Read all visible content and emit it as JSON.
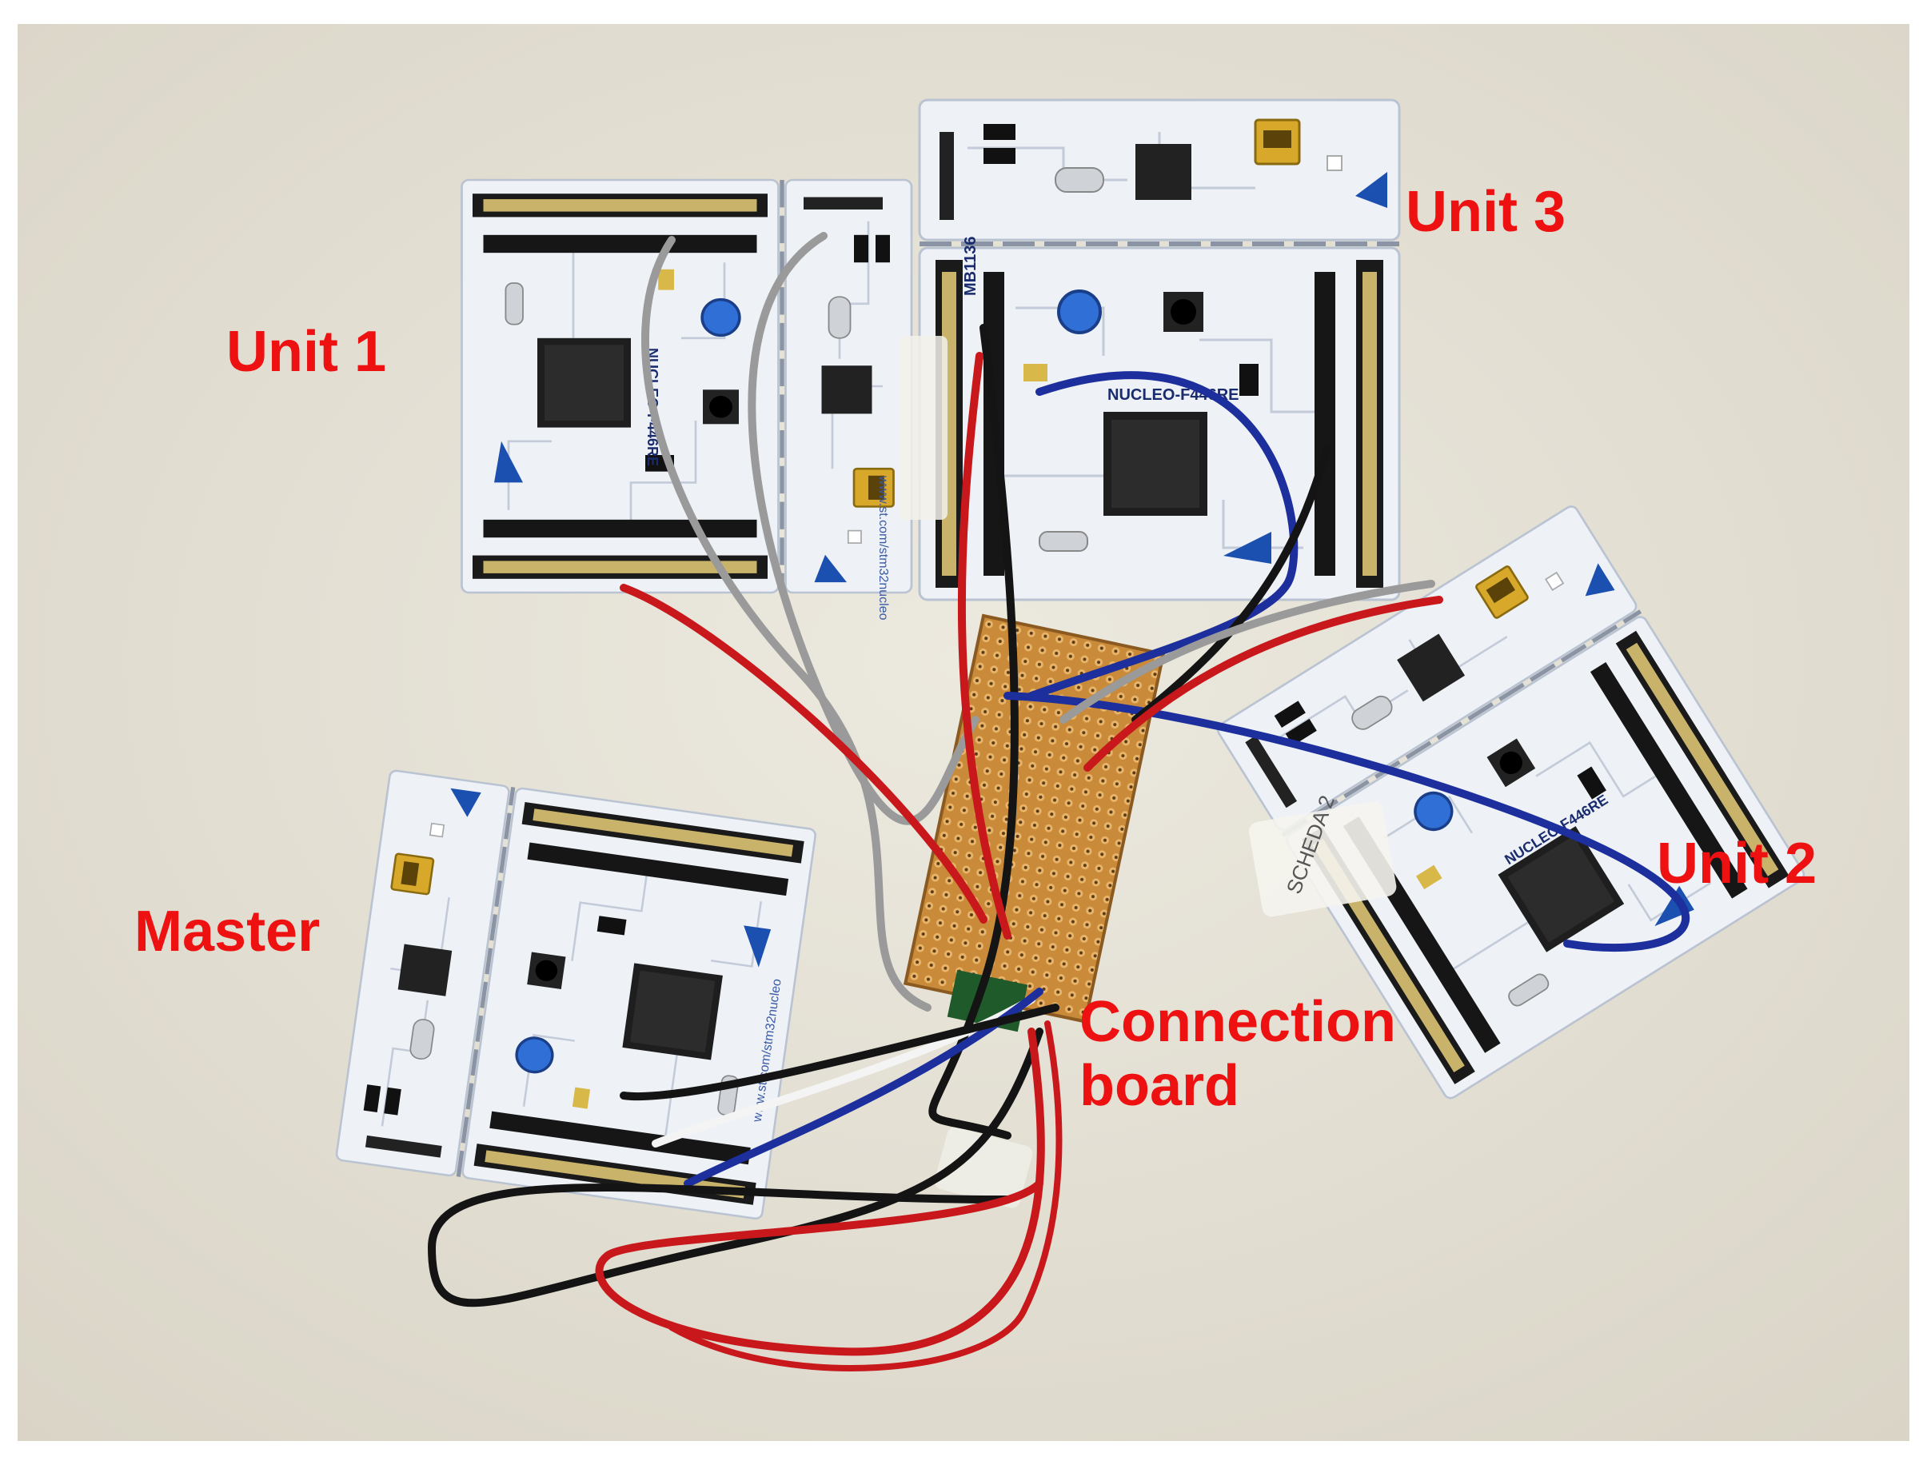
{
  "labels": {
    "unit1": "Unit 1",
    "unit2": "Unit 2",
    "unit3": "Unit 3",
    "master": "Master",
    "connection_board_line1": "Connection",
    "connection_board_line2": "board"
  },
  "board_markings": {
    "model": "NUCLEO-F446RE",
    "part_number": "MB1136",
    "url": "www.st.com/stm32nucleo",
    "note": "SCHEDA 2"
  },
  "colors": {
    "label": "#ee1111",
    "board": "#eef2f7",
    "desk": "#e7e3d8",
    "wire_red": "#c8181c",
    "wire_black": "#141414",
    "wire_blue": "#1c2f9c",
    "wire_gray": "#9a9a9a",
    "wire_white": "#f4f4f4",
    "perfboard": "#c98a3a"
  }
}
